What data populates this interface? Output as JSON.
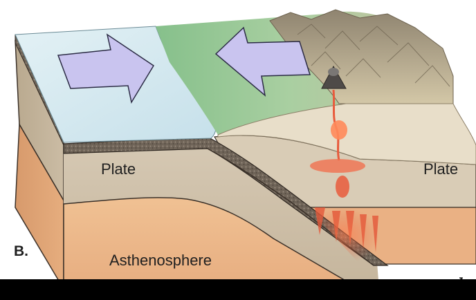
{
  "figure": {
    "panel_label": "B.",
    "labels": {
      "plate_left": "Plate",
      "plate_right": "Plate",
      "asthenosphere": "Asthenosphere"
    }
  },
  "colors": {
    "ocean": "#cfe6ee",
    "land_green": "#9fc79a",
    "mountains": "#b8ab8a",
    "crust_band": "#6b5f52",
    "plate": "#cdbfa9",
    "asthenosphere": "#e9b68a",
    "arrow_fill": "#c9c4ef",
    "arrow_stroke": "#2b2b44",
    "magma": "#e45a3c",
    "black_bar": "#000000"
  }
}
